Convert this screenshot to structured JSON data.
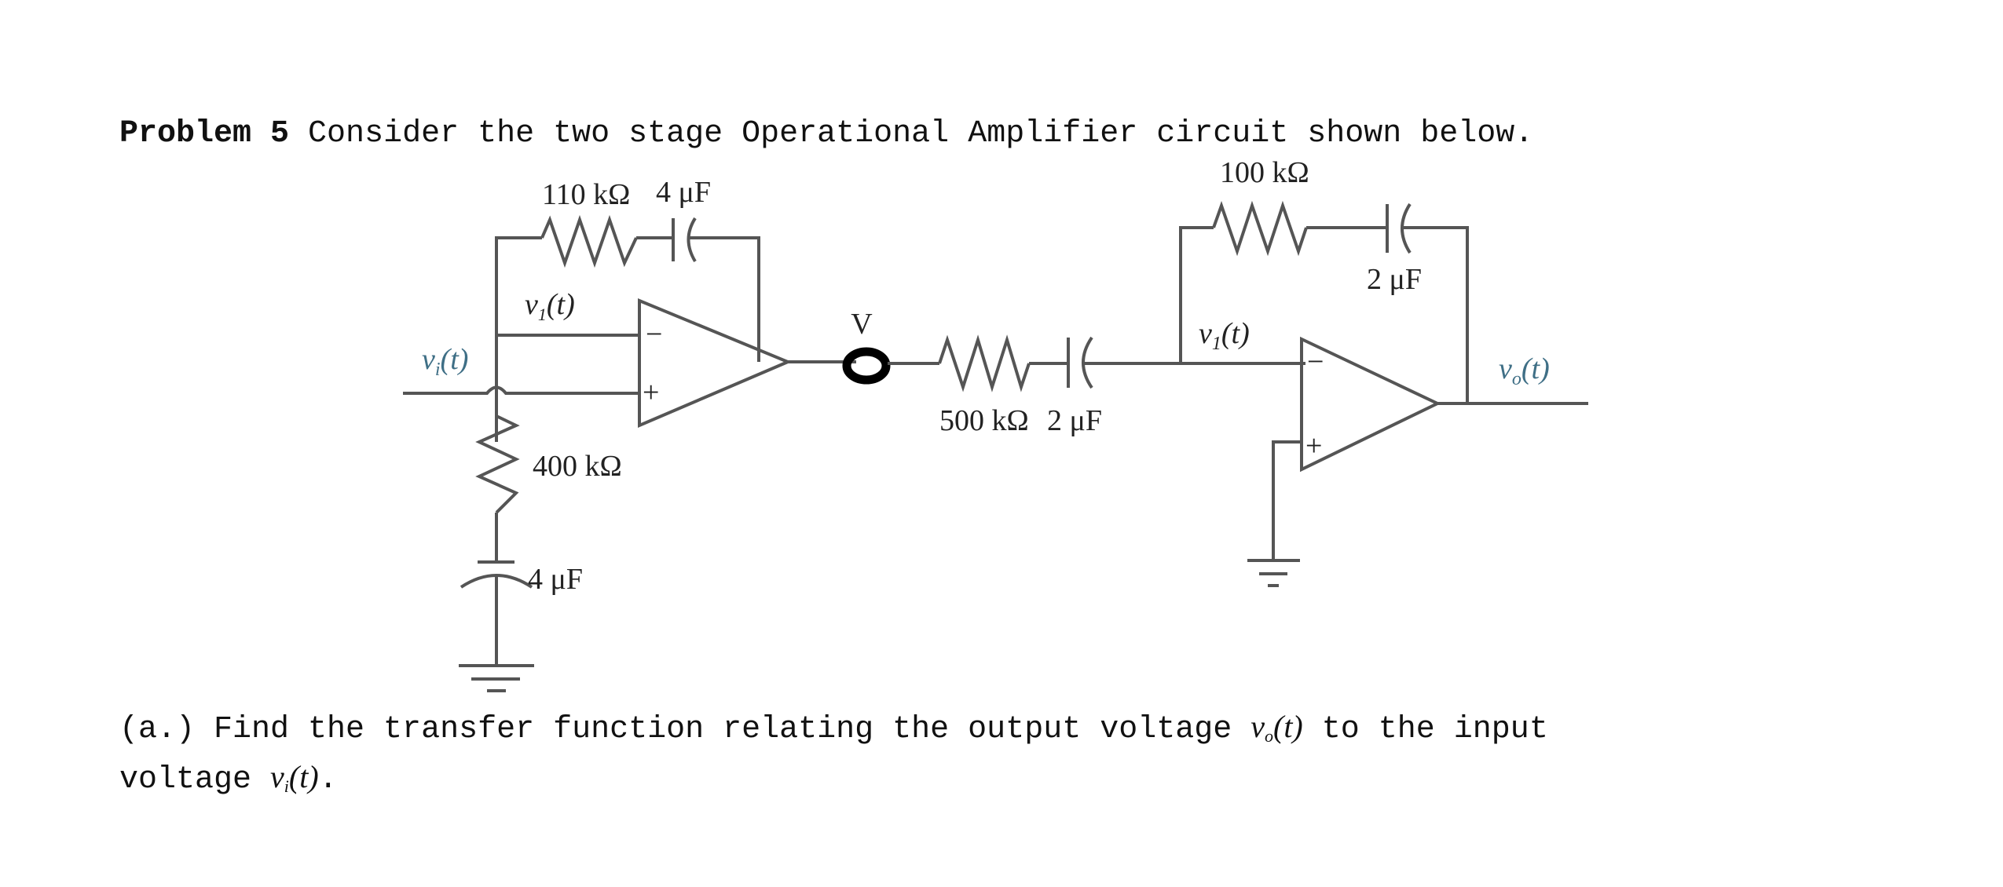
{
  "problem": {
    "number_label": "Problem 5",
    "statement": " Consider the two stage Operational Amplifier circuit shown below."
  },
  "circuit": {
    "stage1": {
      "feedback_resistor": "110 kΩ",
      "feedback_capacitor": "4 μF",
      "ground_resistor": "400 kΩ",
      "ground_capacitor": "4 μF",
      "node_label": "v",
      "node_sub": "1",
      "node_arg": "(t)",
      "minus_sign": "−",
      "plus_sign": "+"
    },
    "input": {
      "label": "v",
      "sub": "i",
      "arg": "(t)"
    },
    "probe": {
      "label": "V"
    },
    "coupling": {
      "resistor": "500 kΩ",
      "capacitor": "2 μF"
    },
    "stage2": {
      "feedback_resistor": "100 kΩ",
      "feedback_capacitor": "2 μF",
      "node_label": "v",
      "node_sub": "1",
      "node_arg": "(t)",
      "minus_sign": "−",
      "plus_sign": "+"
    },
    "output": {
      "label": "v",
      "sub": "o",
      "arg": "(t)"
    },
    "colors": {
      "wire": "#555555",
      "signal_label": "#3f6f86",
      "text": "#222222"
    }
  },
  "question": {
    "part_a_prefix": "(a.) Find the transfer function relating the output voltage ",
    "vo_symbol": "v",
    "vo_sub": "o",
    "vo_arg": "(t)",
    "part_a_mid": " to the input",
    "line2_prefix": "voltage ",
    "vi_symbol": "v",
    "vi_sub": "i",
    "vi_arg": "(t)",
    "line2_suffix": "."
  }
}
